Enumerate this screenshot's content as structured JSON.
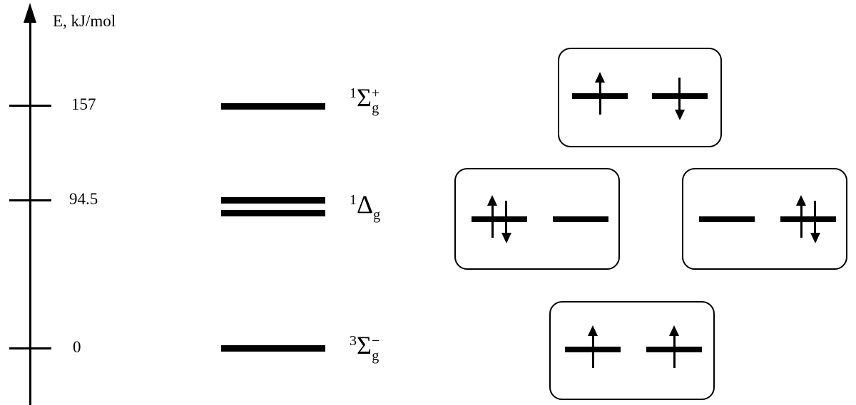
{
  "axis": {
    "label": "E, kJ/mol"
  },
  "levels": [
    {
      "energy": "157",
      "term": {
        "multiplicity": "1",
        "symbol": "Σ",
        "charge": "+",
        "subscript": "g"
      },
      "bars": 1
    },
    {
      "energy": "94.5",
      "term": {
        "multiplicity": "1",
        "symbol": "Δ",
        "charge": "",
        "subscript": "g"
      },
      "bars": 2
    },
    {
      "energy": "0",
      "term": {
        "multiplicity": "3",
        "symbol": "Σ",
        "charge": "−",
        "subscript": "g"
      },
      "bars": 1
    }
  ],
  "configurations": [
    {
      "level_energy": "157",
      "orbitals": [
        [
          "up"
        ],
        [
          "down"
        ]
      ]
    },
    {
      "level_energy": "94.5",
      "orbitals": [
        [
          "up",
          "down"
        ],
        []
      ]
    },
    {
      "level_energy": "94.5",
      "orbitals": [
        [],
        [
          "up",
          "down"
        ]
      ]
    },
    {
      "level_energy": "0",
      "orbitals": [
        [
          "up"
        ],
        [
          "up"
        ]
      ]
    }
  ],
  "colors": {
    "ink": "#000000",
    "background": "#ffffff"
  }
}
